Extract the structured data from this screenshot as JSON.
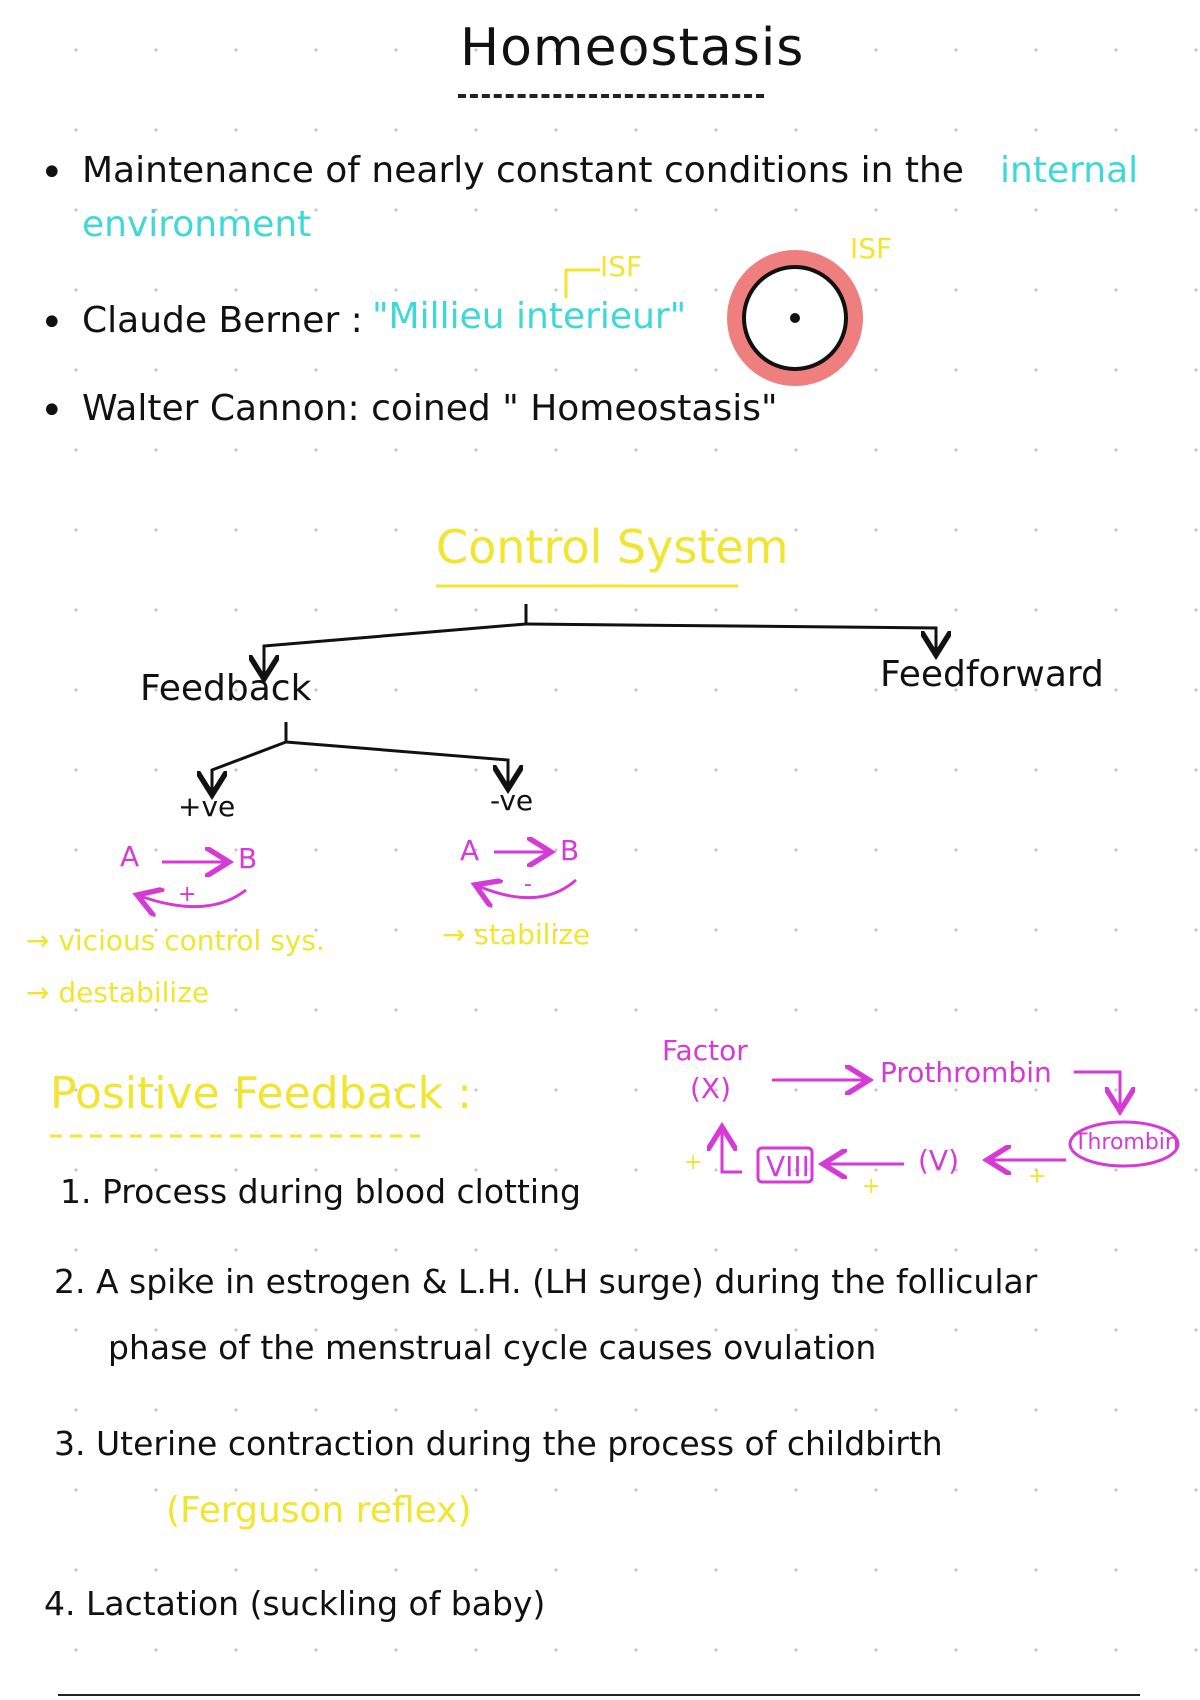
{
  "title": "Homeostasis",
  "bullets": {
    "b1_text": "Maintenance of nearly constant conditions in the",
    "b1_highlight_1": "internal",
    "b1_highlight_2": "environment",
    "b2_label": "Claude Berner :",
    "b2_highlight": "\"Millieu interieur\"",
    "b2_note": "ISF",
    "b3_text": "Walter Cannon: coined \" Homeostasis\""
  },
  "cell_diagram": {
    "label": "ISF"
  },
  "control_system": {
    "title": "Control System",
    "feedback": "Feedback",
    "feedforward": "Feedforward",
    "positive": "+ve",
    "negative": "-ve",
    "pos_loop": {
      "a": "A",
      "b": "B",
      "sign": "+"
    },
    "neg_loop": {
      "a": "A",
      "b": "B",
      "sign": "-"
    },
    "pos_notes": [
      "→ vicious control sys.",
      "→ destabilize"
    ],
    "neg_note": "→ stabilize"
  },
  "positive_feedback": {
    "heading": "Positive Feedback :",
    "items": [
      "1. Process during blood clotting",
      "2. A spike in estrogen & L.H. (LH surge) during the follicular",
      "phase of the menstrual cycle causes ovulation",
      "3. Uterine contraction during the process of childbirth",
      "(Ferguson reflex)",
      "4. Lactation (suckling of baby)"
    ]
  },
  "clotting": {
    "factor": "Factor",
    "factor_x": "(X)",
    "prothrombin": "Prothrombin",
    "thrombin": "Thrombin",
    "factor_v": "(V)",
    "factor_viii": "VIII",
    "plus_1": "+",
    "plus_2": "+",
    "plus_3": "+"
  },
  "colors": {
    "cyan": "#3fd8d8",
    "yellow": "#f2e530",
    "magenta": "#d63ad6",
    "cell_ring": "#ef7f7f"
  }
}
